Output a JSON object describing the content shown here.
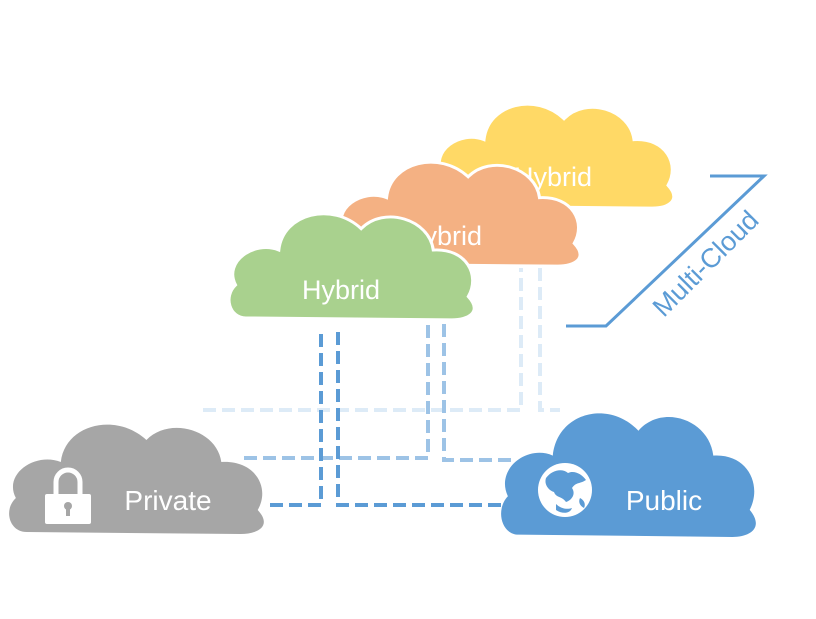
{
  "colors": {
    "private_cloud": "#A6A6A6",
    "public_cloud": "#5B9BD5",
    "hybrid_green": "#A9D18E",
    "hybrid_orange": "#F4B183",
    "hybrid_yellow": "#FFD966",
    "link_dark": "#5B9BD5",
    "link_mid": "#9DC3E6",
    "link_light": "#DDEBF7",
    "label_white": "#FFFFFF",
    "bracket": "#5B9BD5"
  },
  "clouds": {
    "private": {
      "label": "Private",
      "icon": "padlock-icon"
    },
    "public": {
      "label": "Public",
      "icon": "globe-icon"
    },
    "hybrid_front": {
      "label": "Hybrid"
    },
    "hybrid_middle": {
      "label": "Hybrid"
    },
    "hybrid_back": {
      "label": "Hybrid"
    }
  },
  "bracket": {
    "label": "Multi-Cloud"
  }
}
